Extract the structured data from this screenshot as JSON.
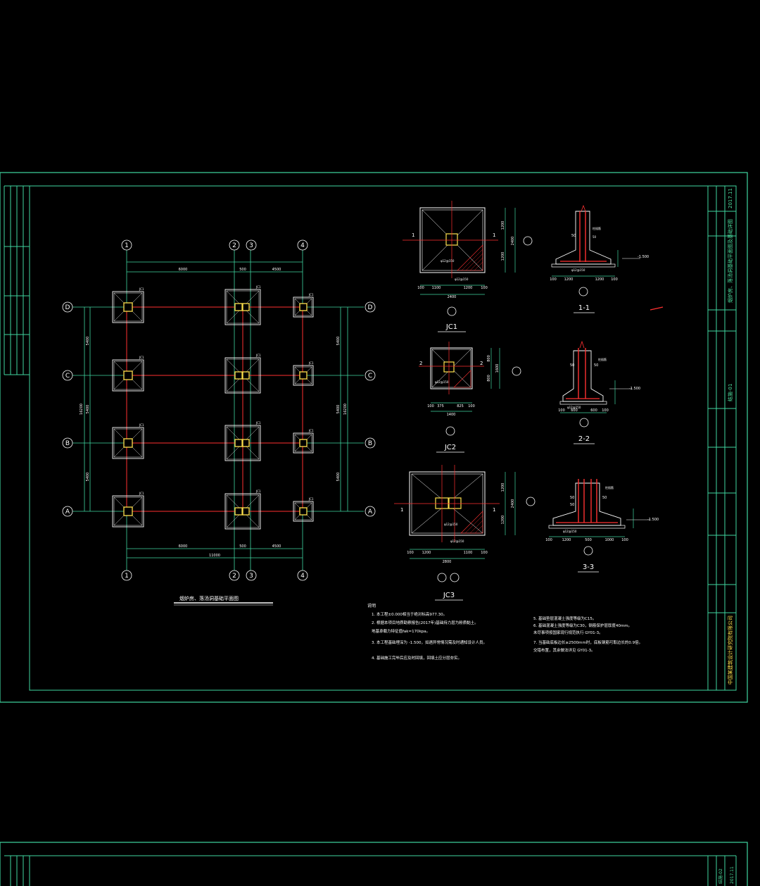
{
  "plan": {
    "title": "烟炉房、落汤洞基础平面图",
    "axes_v": [
      "1",
      "2",
      "3",
      "4"
    ],
    "axes_h": [
      "D",
      "C",
      "B",
      "A"
    ],
    "top_dims": [
      "6000",
      "500",
      "4500"
    ],
    "bottom_dims": [
      "6000",
      "500",
      "4500"
    ],
    "bottom_total": "11000",
    "left_dims": [
      "5400",
      "5400",
      "5400"
    ],
    "left_total": "16200",
    "right_dims": [
      "5400",
      "5400",
      "5400"
    ],
    "right_total": "16200",
    "footing_tag": "JC1"
  },
  "details": {
    "jc1": {
      "label": "JC1",
      "dims_bottom": [
        "100",
        "1100",
        "1200",
        "100"
      ],
      "total": "2400",
      "side": [
        "1200",
        "1200"
      ],
      "side_total": "2400",
      "rebar": "φ12@150"
    },
    "jc2": {
      "label": "JC2",
      "dims_bottom": [
        "100",
        "375",
        "825",
        "100"
      ],
      "total": "1400",
      "side": [
        "800",
        "800"
      ],
      "side_total": "1600",
      "rebar": "φ12@150"
    },
    "jc3": {
      "label": "JC3",
      "dims_bottom": [
        "100",
        "1200",
        "1100",
        "100"
      ],
      "total": "2800",
      "side": [
        "1200",
        "1200"
      ],
      "side_total": "2400",
      "rebar": "φ12@150"
    },
    "s11": {
      "label": "1-1",
      "elev": "-1.500",
      "dims": [
        "100",
        "1200",
        "1200",
        "100"
      ]
    },
    "s22": {
      "label": "2-2",
      "elev": "-1.500",
      "dims": [
        "100",
        "600",
        "600",
        "100"
      ]
    },
    "s33": {
      "label": "3-3",
      "elev": "-1.500",
      "dims": [
        "100",
        "1200",
        "500",
        "1000",
        "100"
      ]
    }
  },
  "notes": {
    "heading": "说明",
    "left": [
      "1. 本工程±0.000相当于绝对标高977.30。",
      "2. 根据本项目地质勘察报告(2017年)基础持力层为粉质黏土。",
      "   地基承载力特征值fak=170kpa。",
      "3. 本工程基础埋深为 -1.500，如遇异常情况需及时通知设计人员。",
      "4. 基础施工完毕后应及时回填，回填土应分层夯实。"
    ],
    "right": [
      "5. 基础垫层混凝土强度等级为C15。",
      "6. 基础混凝土强度等级为C30，钢筋保护层厚度40mm。",
      "   未尽事项按国家现行规范执行 GY01-3。",
      "7. 当基础底板边长≥2500mm时，底板钢筋可取边长的0.9倍。",
      "   交错布置，其余做法详见 GY01-3。"
    ]
  },
  "title_block": {
    "date": "2017.11",
    "drawing_title": "烟炉房、落汤洞基础平面图及基础详图",
    "drawing_no": "结施-01",
    "company": "中国某建筑设计研究院有限公司"
  },
  "next_sheet": {
    "date": "2017.11",
    "drawing_no": "结施-02"
  }
}
